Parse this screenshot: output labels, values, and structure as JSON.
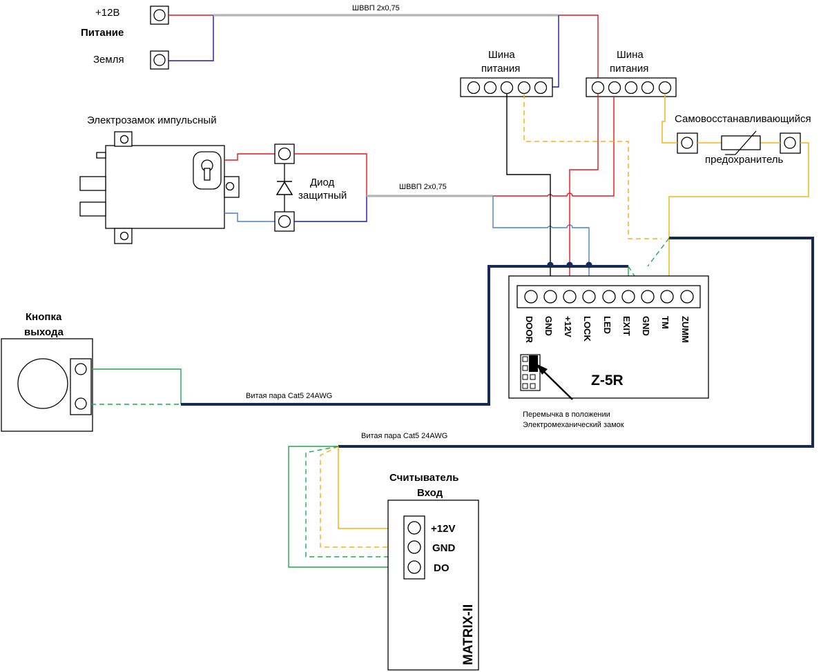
{
  "power": {
    "plus_label": "+12В",
    "title": "Питание",
    "ground_label": "Земля"
  },
  "cables": {
    "power_cable": "ШВВП 2х0,75",
    "lock_cable": "ШВВП 2х0,75",
    "button_cable": "Витая пара Cat5 24AWG",
    "reader_cable": "Витая пара Cat5 24AWG"
  },
  "bus_left": {
    "label_line1": "Шина",
    "label_line2": "питания"
  },
  "bus_right": {
    "label_line1": "Шина",
    "label_line2": "питания"
  },
  "fuse": {
    "label_line1": "Самовосстанавливающийся",
    "label_line2": "предохранитель"
  },
  "lock": {
    "title": "Электрозамок импульсный"
  },
  "diode": {
    "label_line1": "Диод",
    "label_line2": "защитный"
  },
  "exit_button": {
    "title_line1": "Кнопка",
    "title_line2": "выхода"
  },
  "controller": {
    "model": "Z-5R",
    "terminals": [
      "DOOR",
      "GND",
      "+12V",
      "LOCK",
      "LED",
      "EXIT",
      "GND",
      "TM",
      "ZUMM"
    ],
    "jumper_note_line1": "Перемычка в положении",
    "jumper_note_line2": "Электромеханический замок"
  },
  "reader": {
    "title_line1": "Считыватель",
    "title_line2": "Вход",
    "model": "MATRIX-II",
    "terminals": [
      "+12V",
      "GND",
      "DO"
    ]
  },
  "colors": {
    "red": "#e8141b",
    "blue": "#1a1aa6",
    "light_blue": "#4a7fd0",
    "green": "#1faa4a",
    "orange": "#f5b21a",
    "gray": "#b5b5b5",
    "navy": "#142b55"
  }
}
